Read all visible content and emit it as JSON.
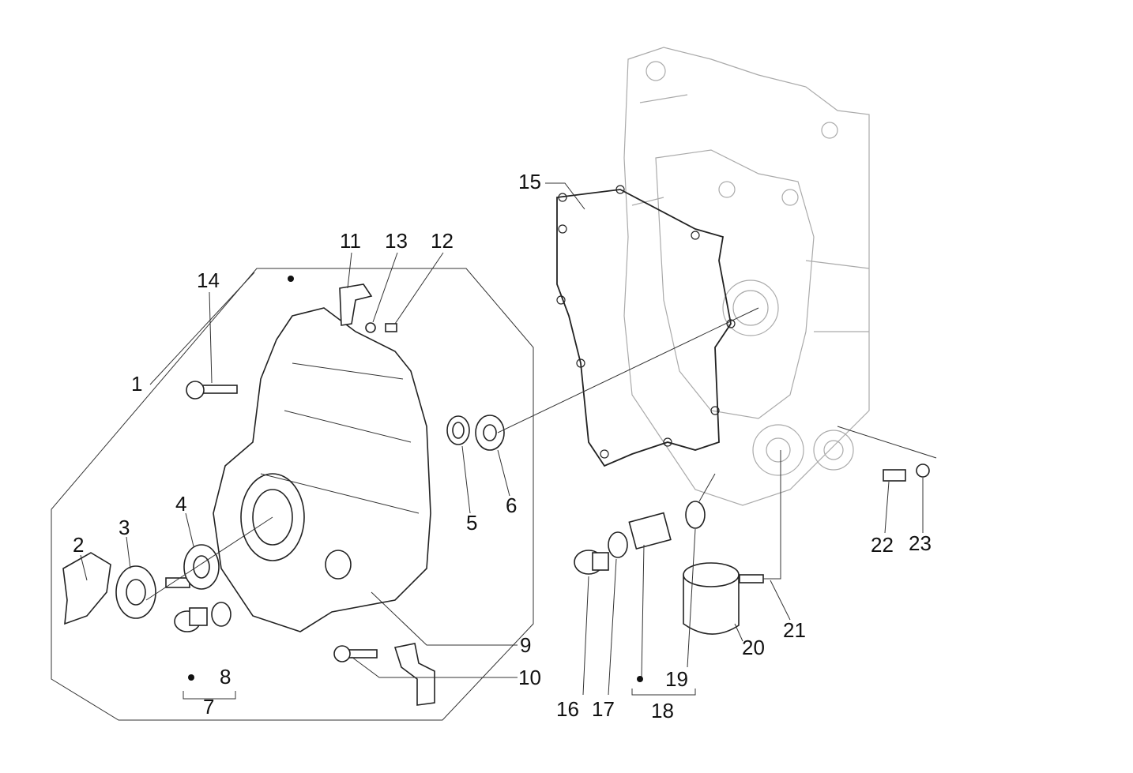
{
  "diagram": {
    "type": "exploded-parts-diagram",
    "callouts": [
      "1",
      "2",
      "3",
      "4",
      "5",
      "6",
      "7",
      "8",
      "9",
      "10",
      "11",
      "12",
      "13",
      "14",
      "15",
      "16",
      "17",
      "18",
      "19",
      "20",
      "21",
      "22",
      "23"
    ]
  }
}
